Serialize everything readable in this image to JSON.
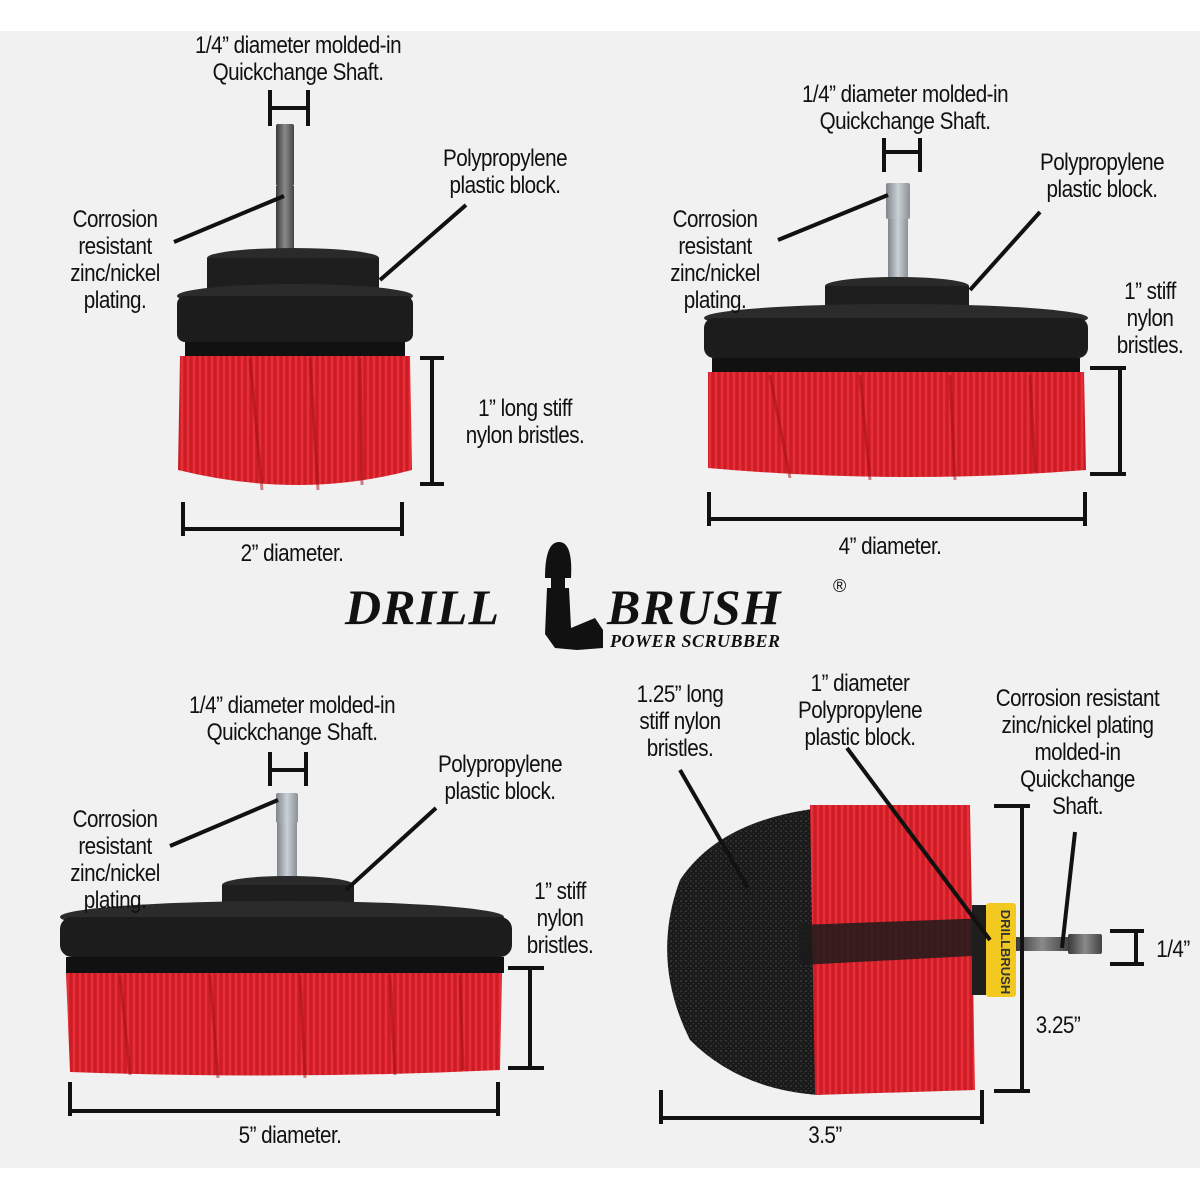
{
  "colors": {
    "background": "#f1f1f1",
    "frame": "#ffffff",
    "bristle_red": "#d9202a",
    "block_black": "#1c1c1c",
    "shaft_silver": "#a8b0b8",
    "label_text": "#111111",
    "collar_yellow": "#f2c921"
  },
  "logo": {
    "word_left": "DRILL",
    "word_right": "BRUSH",
    "registered": "®",
    "tagline": "POWER SCRUBBER",
    "icon": "drill-brush-silhouette-icon"
  },
  "brushes": [
    {
      "name": "2-inch-flat-brush",
      "shaft_label": [
        "1/4” diameter molded-in",
        "Quickchange Shaft."
      ],
      "block_label": [
        "Polypropylene",
        "plastic block."
      ],
      "plating_label": [
        "Corrosion",
        "resistant",
        "zinc/nickel",
        "plating."
      ],
      "bristle_label": [
        "1” long stiff",
        "nylon bristles."
      ],
      "diameter_label": "2” diameter."
    },
    {
      "name": "4-inch-flat-brush",
      "shaft_label": [
        "1/4” diameter molded-in",
        "Quickchange Shaft."
      ],
      "block_label": [
        "Polypropylene",
        "plastic block."
      ],
      "plating_label": [
        "Corrosion",
        "resistant",
        "zinc/nickel",
        "plating."
      ],
      "bristle_label": [
        "1” stiff",
        "nylon",
        "bristles."
      ],
      "diameter_label": "4” diameter."
    },
    {
      "name": "5-inch-flat-brush",
      "shaft_label": [
        "1/4” diameter molded-in",
        "Quickchange Shaft."
      ],
      "block_label": [
        "Polypropylene",
        "plastic block."
      ],
      "plating_label": [
        "Corrosion",
        "resistant",
        "zinc/nickel",
        "plating."
      ],
      "bristle_label": [
        "1” stiff",
        "nylon",
        "bristles."
      ],
      "diameter_label": "5” diameter."
    },
    {
      "name": "cone-round-brush",
      "bristle_label": [
        "1.25” long",
        "stiff nylon",
        "bristles."
      ],
      "block_label": [
        "1” diameter",
        "Polypropylene",
        "plastic block."
      ],
      "plating_label": [
        "Corrosion resistant",
        "zinc/nickel plating",
        "molded-in",
        "Quickchange",
        "Shaft."
      ],
      "shaft_width_label": "1/4”",
      "length_label": "3.25”",
      "width_label": "3.5”",
      "collar_text": "DRILLBRUSH"
    }
  ]
}
